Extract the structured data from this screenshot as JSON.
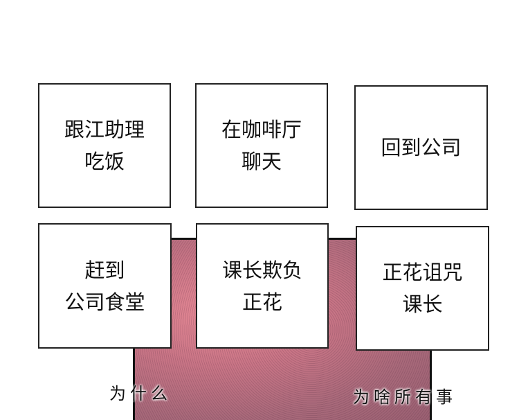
{
  "boxes": [
    {
      "text": "跟江助理\n吃饭"
    },
    {
      "text": "在咖啡厅\n聊天"
    },
    {
      "text": "回到公司"
    },
    {
      "text": "赶到\n公司食堂"
    },
    {
      "text": "课长欺负\n正花"
    },
    {
      "text": "正花诅咒\n课长"
    }
  ],
  "captions": {
    "left": "为什么",
    "right": "为啥所有事"
  },
  "colors": {
    "panel_pink": "#c97586",
    "border": "#222222"
  }
}
